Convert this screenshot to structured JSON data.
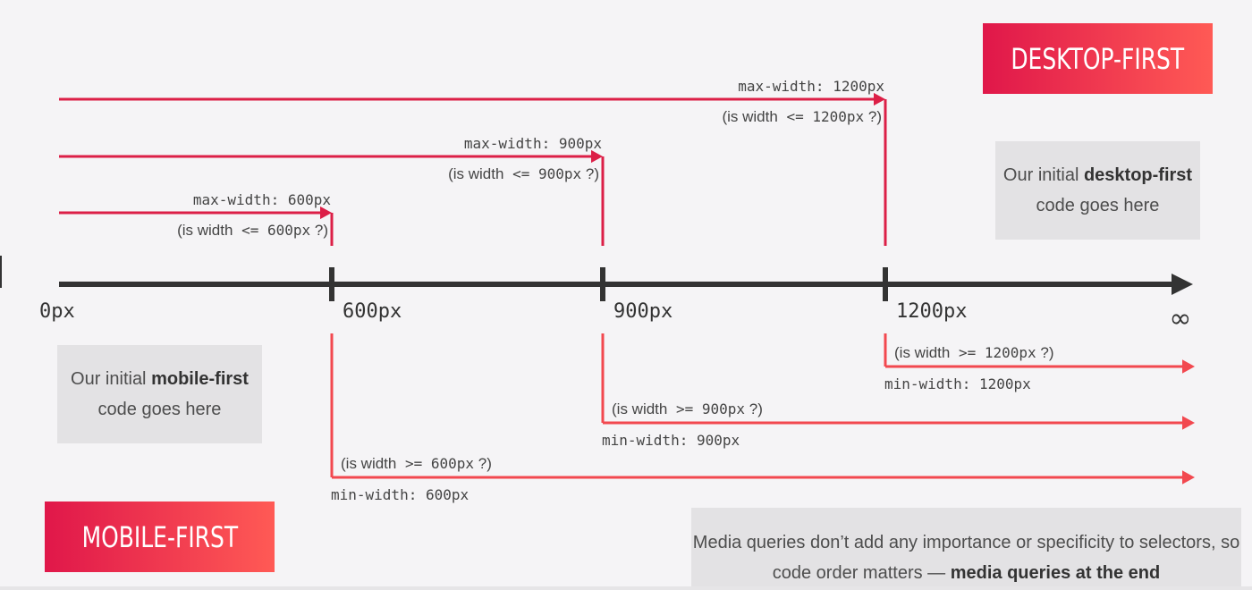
{
  "badges": {
    "desktop_first": "DESKTOP-FIRST",
    "mobile_first": "MOBILE-FIRST"
  },
  "notes": {
    "desktop": {
      "pre": "Our initial ",
      "bold": "desktop-first",
      "post": " code goes here"
    },
    "mobile": {
      "pre": "Our initial ",
      "bold": "mobile-first",
      "post": " code goes here"
    },
    "order": {
      "pre": "Media queries don’t add any importance or specificity to selectors, so code order matters — ",
      "bold": "media queries at the end"
    }
  },
  "axis": {
    "ticks": [
      {
        "value": 0,
        "label": "0px"
      },
      {
        "value": 600,
        "label": "600px"
      },
      {
        "value": 900,
        "label": "900px"
      },
      {
        "value": 1200,
        "label": "1200px"
      }
    ],
    "infinity_label": "∞"
  },
  "max_queries": [
    {
      "breakpoint": 600,
      "query": "max-width: 600px",
      "question_prefix": "(is width",
      "question_code": " <= 600px",
      "question_suffix": " ?)"
    },
    {
      "breakpoint": 900,
      "query": "max-width: 900px",
      "question_prefix": "(is width",
      "question_code": " <= 900px",
      "question_suffix": " ?)"
    },
    {
      "breakpoint": 1200,
      "query": "max-width: 1200px",
      "question_prefix": "(is width",
      "question_code": " <= 1200px",
      "question_suffix": " ?)"
    }
  ],
  "min_queries": [
    {
      "breakpoint": 600,
      "query": "min-width: 600px",
      "question_prefix": "(is width",
      "question_code": " >= 600px",
      "question_suffix": " ?)"
    },
    {
      "breakpoint": 900,
      "query": "min-width: 900px",
      "question_prefix": "(is width",
      "question_code": " >= 900px",
      "question_suffix": " ?)"
    },
    {
      "breakpoint": 1200,
      "query": "min-width: 1200px",
      "question_prefix": "(is width",
      "question_code": " >= 1200px",
      "question_suffix": " ?)"
    }
  ],
  "colors": {
    "axis": "#333333",
    "max_line": "#dc1f47",
    "min_line": "#f2484f",
    "label": "#444444"
  }
}
